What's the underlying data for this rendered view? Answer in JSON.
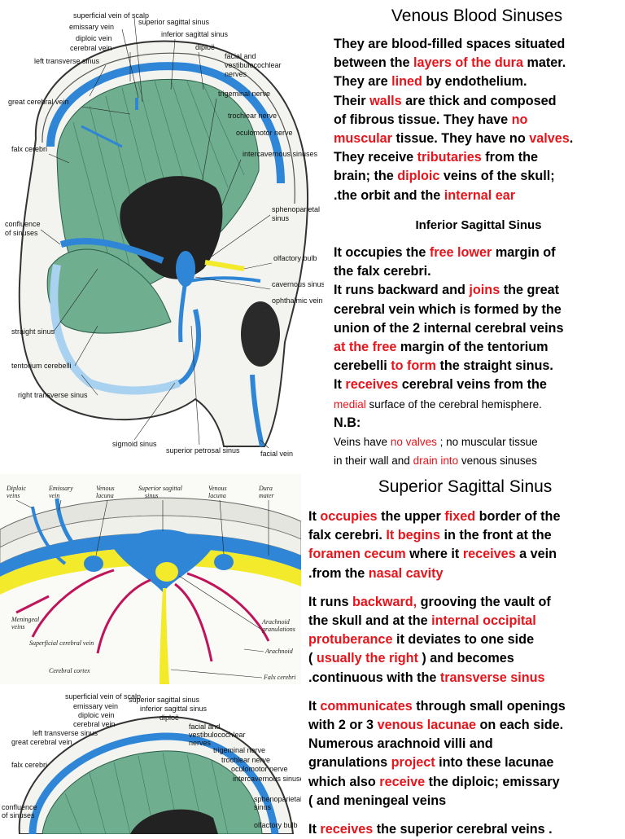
{
  "fig1": {
    "labels": {
      "superficial_vein_scalp": "superficial vein of scalp",
      "emissary_vein": "emissary vein",
      "diploic_vein": "diploic vein",
      "cerebral_vein": "cerebral vein",
      "left_transverse_sinus": "left transverse sinus",
      "superior_sagittal_sinus": "superior sagittal sinus",
      "inferior_sagittal_sinus": "inferior sagittal sinus",
      "diploe": "diploë",
      "facial_vestibulocochlear_1": "facial and",
      "facial_vestibulocochlear_2": "vestibulocochlear",
      "facial_vestibulocochlear_3": "nerves",
      "great_cerebral_vein": "great cerebral vein",
      "trigeminal_nerve": "trigeminal nerve",
      "trochlear_nerve": "trochlear nerve",
      "oculomotor_nerve": "oculomotor nerve",
      "falx_cerebri": "falx cerebri",
      "intercavernous_sinuses": "intercavernous sinuses",
      "sphenoparietal_1": "sphenoparietal",
      "sphenoparietal_2": "sinus",
      "confluence_1": "confluence",
      "confluence_2": "of sinuses",
      "olfactory_bulb": "olfactory bulb",
      "cavernous_sinus": "cavernous sinus",
      "ophthalmic_vein": "ophthalmic vein",
      "straight_sinus": "straight sinus",
      "tentorium_cerebelli": "tentorium cerebelli",
      "right_transverse_sinus": "right transverse sinus",
      "sigmoid_sinus": "sigmoid sinus",
      "superior_petrosal_sinus": "superior petrosal sinus",
      "facial_vein": "facial vein"
    }
  },
  "fig2": {
    "labels": {
      "diploic_veins_1": "Diploic",
      "diploic_veins_2": "veins",
      "emissary_vein_1": "Emissary",
      "emissary_vein_2": "vein",
      "venous_lacuna_1": "Venous",
      "venous_lacuna_2": "lacuna",
      "superior_sagittal_1": "Superior sagittal",
      "superior_sagittal_2": "sinus",
      "venous_lacuna_b_1": "Venous",
      "venous_lacuna_b_2": "lacuna",
      "dura_mater_1": "Dura",
      "dura_mater_2": "mater",
      "meningeal_veins_1": "Meningeal",
      "meningeal_veins_2": "veins",
      "arachnoid_gran_1": "Arachnoid",
      "arachnoid_gran_2": "granulations",
      "superficial_cerebral_vein": "Superficial cerebral vein",
      "arachnoid": "Arachnoid",
      "cerebral_cortex": "Cerebral cortex",
      "falx_cerebri": "Falx cerebri"
    }
  },
  "fig3": {
    "labels": {
      "superficial_vein_scalp": "superficial vein of scalp",
      "emissary_vein": "emissary vein",
      "diploic_vein": "diploic vein",
      "cerebral_vein": "cerebral vein",
      "left_transverse_sinus": "left transverse sinus",
      "superior_sagittal_sinus": "superior sagittal sinus",
      "inferior_sagittal_sinus": "inferior sagittal sinus",
      "diploe": "diploë",
      "facial_1": "facial and",
      "facial_2": "vestibulocochlear",
      "facial_3": "nerves",
      "great_cerebral_vein": "great cerebral vein",
      "trigeminal_nerve": "trigeminal nerve",
      "trochlear_nerve": "trochlear nerve",
      "oculomotor_nerve": "oculomotor nerve",
      "falx_cerebri": "falx cerebri",
      "intercavernous_sinuses": "intercavernous sinuses",
      "sphenoparietal_1": "sphenoparietal",
      "sphenoparietal_2": "sinus",
      "confluence_1": "confluence",
      "confluence_2": "of sinuses",
      "olfactory_bulb": "olfactory bulb"
    }
  },
  "s1": {
    "title": "Venous Blood Sinuses",
    "l1": "They are blood-filled spaces situated",
    "l2a": "between the ",
    "l2b": "layers of the dura",
    "l2c": " mater.",
    "l3a": "They are ",
    "l3b": "lined",
    "l3c": " by endothelium.",
    "l4a": "Their ",
    "l4b": "walls",
    "l4c": " are thick  and composed",
    "l5a": "of fibrous tissue. They have ",
    "l5b": "no",
    "l6a": "muscular",
    "l6b": " tissue. They have no ",
    "l6c": "valves",
    "l6d": ".",
    "l7a": "They receive ",
    "l7b": "tributaries",
    "l7c": " from the",
    "l8a": "brain; the ",
    "l8b": "diploic",
    "l8c": " veins of the skull;",
    "l9a": " .the orbit and the ",
    "l9b": "internal ear"
  },
  "s2": {
    "title": "Inferior Sagittal Sinus",
    "l1a": "It occupies the ",
    "l1b": "free lower",
    "l1c": " margin of",
    "l2": "the falx cerebri.",
    "l3a": "It runs backward and ",
    "l3b": "joins",
    "l3c": " the great",
    "l4": "cerebral vein which is formed by the",
    "l5": "union of the 2 internal cerebral veins",
    "l6a": "at the free",
    "l6b": " margin of the tentorium",
    "l7a": "cerebelli ",
    "l7b": "to form",
    "l7c": " the straight sinus.",
    "l8a": "It ",
    "l8b": "receives",
    "l8c": " cerebral  veins from the",
    "l9a": "medial",
    "l9b": " surface of the cerebral hemisphere.",
    "nb": "N.B:",
    "l10a": "Veins have ",
    "l10b": "no valves",
    "l10c": " ; no muscular tissue",
    "l11a": " in their wall and ",
    "l11b": "drain into",
    "l11c": " venous sinuses"
  },
  "s3": {
    "title": "Superior Sagittal Sinus",
    "l1a": "It ",
    "l1b": "occupies",
    "l1c": " the upper ",
    "l1d": "fixed",
    "l1e": " border of the",
    "l2a": "falx cerebri. ",
    "l2b": "It begins",
    "l2c": " in the front at the",
    "l3a": "foramen cecum",
    "l3b": " where it ",
    "l3c": "receives",
    "l3d": " a vein",
    "l4a": " .from the ",
    "l4b": "nasal cavity",
    "l5a": "It runs ",
    "l5b": "backward,",
    "l5c": " grooving the vault of",
    "l6a": "the skull and at the ",
    "l6b": "internal occipital",
    "l7a": "protuberance",
    "l7b": " it deviates to one side",
    "l8a": "( ",
    "l8b": "usually the right",
    "l8c": " ) and becomes",
    "l9a": ".continuous with the  ",
    "l9b": "transverse sinus",
    "l10a": "It ",
    "l10b": "communicates",
    "l10c": " through small openings",
    "l11a": "with 2 or 3 ",
    "l11b": "venous lacunae",
    "l11c": " on each side.",
    "l12": "Numerous arachnoid villi and",
    "l13a": "granulations ",
    "l13b": "project",
    "l13c": " into these lacunae",
    "l14a": "which also ",
    "l14b": "receive",
    "l14c": "  the diploic; emissary",
    "l15": "(      and meningeal veins",
    "l16a": "It ",
    "l16b": "receives",
    "l16c": " the superior cerebral veins ."
  },
  "colors": {
    "red": "#e8141b",
    "dura_blue": "#2f86d6",
    "brain_green": "#6fae8f",
    "yellow": "#f2ea2a",
    "vessel_red": "#c0145a"
  }
}
